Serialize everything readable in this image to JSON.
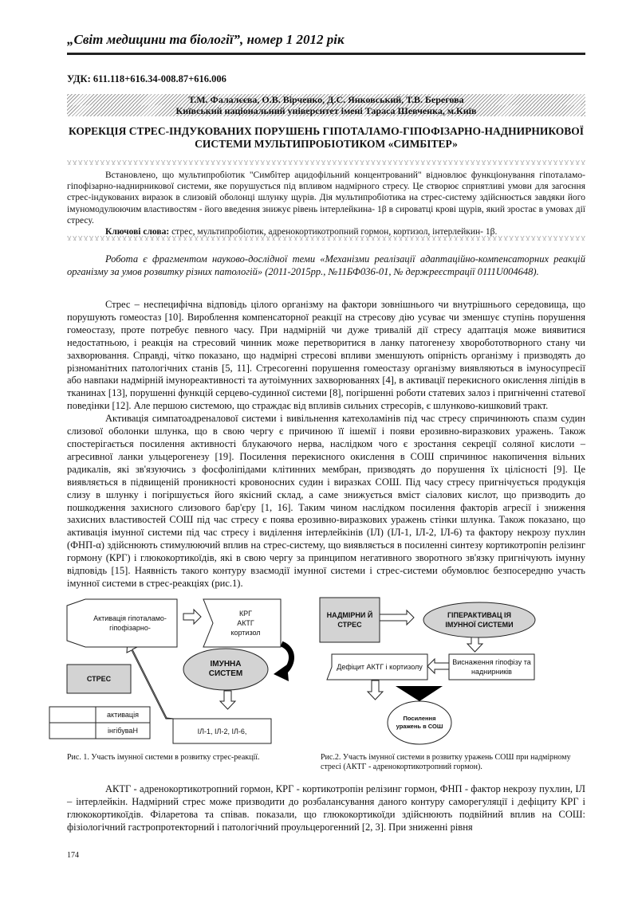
{
  "journal": "„Світ медицини та біології”, номер 1 2012 рік",
  "udk": "УДК: 611.118+616.34-008.87+616.006",
  "authors": "Т.М. Фалалєєва, О.В. Вірченко, Д.С. Янковський, Т.В. Берегова",
  "affiliation": "Київський національний університет імені Тараса Шевченка, м.Київ",
  "title": "КОРЕКЦІЯ СТРЕС-ІНДУКОВАНИХ ПОРУШЕНЬ ГІПОТАЛАМО-ГІПОФІЗАРНО-НАДНИРНИКОВОЇ СИСТЕМИ МУЛЬТИПРОБІОТИКОМ «СИМБІТЕР»",
  "abstract": "Встановлено, що мультипробіотик \"Симбітер ацидофільний концентрований\" відновлює функціонування гіпоталамо-гіпофізарно-наднирникової системи, яке порушується під впливом надмірного стресу. Це створює сприятливі умови для загоєння стрес-індукованих виразок в слизовій оболонці шлунку щурів. Дія мультипробіотика на стрес-систему здійснюється завдяки його імуномодулюючим властивостям - його введення знижує рівень інтерлейкина- 1β в сироватці крові щурів, який зростає в умовах дії стресу.",
  "keywords_label": "Ключові слова:",
  "keywords": "стрес, мультипробіотик, адренокортикотропний гормон, кортизол, інтерлейкин- 1β.",
  "funding": "Робота є фрагментом науково-дослідної теми «Механізми реалізації адаптаційно-компенсаторних реакцій організму за умов розвитку різних патологій» (2011-2015рр., №11БФ036-01, № держреєстрації 0111U004648).",
  "para1": "Стрес – неспецифічна відповідь цілого організму на фактори зовнішнього чи внутрішнього середовища, що порушують гомеостаз [10]. Вироблення компенсаторної реакції на стресову дію усуває чи зменшує ступінь порушення гомеостазу, проте потребує певного часу. При надмірній чи дуже тривалій дії стресу адаптація може виявитися недостатньою, і реакція на стресовий чинник може перетворитися в ланку патогенезу хворобототворного стану чи захворювання. Справді, чітко показано, що надмірні стресові впливи зменшують опірність організму і призводять до різноманітних патологічних станів [5, 11]. Стресогенні порушення гомеостазу організму виявляються в імуносупресії або навпаки надмірній імунореактивності та аутоімунних захворюваннях [4], в активації перекисного окислення ліпідів в тканинах [13], порушенні функцій серцево-судинної системи [8], погіршенні роботи статевих залоз і пригніченні статевої поведінки [12]. Але першою системою, що страждає від впливів сильних стресорів, є шлунково-кишковий тракт.",
  "para2": "Активація симпатоадреналової системи і вивільнення катехоламінів під час стресу спричинюють спазм судин слизової оболонки шлунка, що в свою чергу є причиною її ішемії і появи ерозивно-виразкових уражень. Також спостерігається посилення активності блукаючого нерва, наслідком чого є зростання секреції соляної кислоти – агресивної ланки ульцерогенезу [19]. Посилення перекисного окислення в СОШ спричинює накопичення вільних радикалів, які зв'язуючись з фосфоліпідами клітинних мембран, призводять до порушення їх цілісності [9]. Це виявляється в підвищеній проникності кровоносних судин і виразках СОШ. Під часу стресу пригнічується продукція слизу в шлунку і погіршується його якісний склад, а саме знижується вміст сіалових кислот, що призводить до пошкодження захисного слизового бар'єру [1, 16]. Таким чином наслідком посилення факторів агресії і зниження захисних властивостей СОШ під час стресу є поява ерозивно-виразкових уражень стінки шлунка. Також показано, що активація імунної системи під час стресу і виділення інтерлейкінів (ІЛ) (ІЛ-1, ІЛ-2, ІЛ-6) та фактору некрозу пухлин (ФНП-α) здійснюють стимулюючий вплив на стрес-систему, що виявляється в посиленні синтезу кортикотропін релізинг гормону (КРГ) і глюкокортикоїдів, які в свою чергу за принципом негативного зворотного зв'язку пригнічують імунну відповідь [15]. Наявність такого контуру взаємодії імунної системи і стрес-системи обумовлює безпосередню участь імунної системи в стрес-реакціях (рис.1).",
  "fig1": {
    "box_activation": "Активація гіпоталамо-гіпофізарно-",
    "box_krg": "КРГ\nАКТГ\nкортизол",
    "box_stress": "СТРЕС",
    "box_immune": "ІМУННА СИСТЕМ",
    "box_il": "ІЛ-1, ІЛ-2, ІЛ-6,",
    "legend_activation": "активація",
    "legend_inhibition": "інгібуваН",
    "caption": "Рис. 1. Участь імунної системи в розвитку стрес-реакції."
  },
  "fig2": {
    "box_excess_stress": "НАДМІРНИ Й СТРЕС",
    "box_hyper": "ГІПЕРАКТИВАЦ ІЯ ІМУННОЇ СИСТЕМИ",
    "box_exhaustion": "Виснаження гіпофізу та наднирників",
    "box_deficit": "Дефіцит АКТГ і кортизолу",
    "box_lesions": "Посилення уражень в СОШ",
    "caption": "Рис.2. Участь імунної системи в розвитку уражень СОШ при надмірному стресі (АКТГ - адренокортикотропний гормон)."
  },
  "para3": "АКТГ - адренокортикотропний гормон, КРГ - кортикотропін релізинг гормон, ФНП - фактор некрозу пухлин, ІЛ – інтерлейкін. Надмірний стрес може призводити до розбалансування даного контуру саморегуляції і дефіциту КРГ і глюкокортикоїдів. Філаретова та співав. показали, що глюкокортикоїди здійснюють подвійний вплив на СОШ: фізіологічний гастропротекторний і патологічний проульцерогенний [2, 3]. При зниженні рівня",
  "page_number": "174"
}
